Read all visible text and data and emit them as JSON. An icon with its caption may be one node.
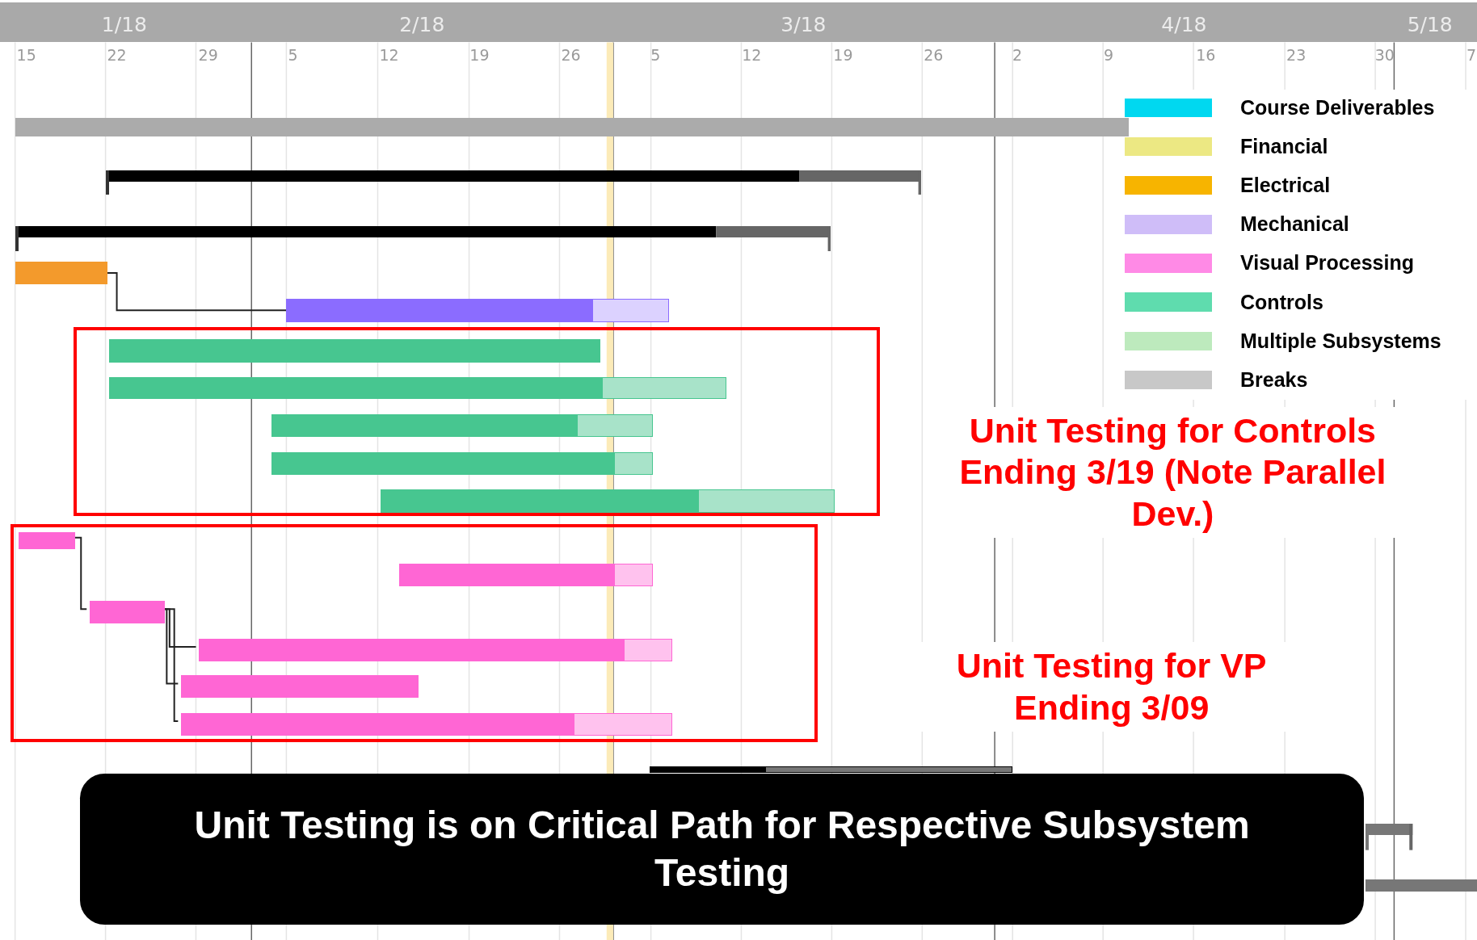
{
  "diagram": {
    "nodes": [
      {
        "text": [],
        "shape": "bar"
      },
      {
        "text": [],
        "shape": "bar"
      },
      {
        "text": [],
        "shape": "bar"
      },
      {
        "text": [],
        "shape": "bar"
      },
      {
        "text": [],
        "shape": "bar"
      },
      {
        "text": [],
        "shape": "box"
      },
      {
        "text": [],
        "shape": "bar",
        "in": 5
      },
      {
        "text": [],
        "shape": "bar",
        "in": 5
      },
      {
        "text": [],
        "shape": "bar",
        "in": 5
      },
      {
        "text": [],
        "shape": "bar",
        "in": 5
      },
      {
        "text": [],
        "shape": "bar",
        "in": 5
      },
      {
        "text": [],
        "shape": "box"
      },
      {
        "text": [],
        "shape": "bar",
        "in": 11
      },
      {
        "text": [],
        "shape": "bar",
        "in": 11
      },
      {
        "text": [],
        "shape": "bar",
        "in": 11
      },
      {
        "text": [],
        "shape": "bar",
        "in": 11
      },
      {
        "text": [],
        "shape": "bar",
        "in": 11
      },
      {
        "text": [],
        "shape": "bar",
        "in": 11
      },
      {
        "text": [],
        "shape": "bar"
      },
      {
        "text": [],
        "shape": "bar"
      },
      {
        "text": [],
        "shape": "bar"
      },
      {
        "text": [
          "Unit Testing is on Critical Path for Respective Subsystem Testing"
        ]
      }
    ],
    "edges": [
      {
        "from": 3,
        "to": 4,
        "arrow": "none"
      },
      {
        "from": 12,
        "to": 14,
        "arrow": "none"
      },
      {
        "from": 14,
        "to": 15,
        "arrow": "none"
      },
      {
        "from": 14,
        "to": 16,
        "arrow": "none"
      },
      {
        "from": 14,
        "to": 17,
        "arrow": "none"
      }
    ],
    "labels": [
      "1/18",
      "2/18",
      "3/18",
      "4/18",
      "5/18",
      "15",
      "22",
      "29",
      "5",
      "12",
      "19",
      "26",
      "5",
      "12",
      "19",
      "26",
      "2",
      "9",
      "16",
      "23",
      "30",
      "7",
      "Unit Testing for Controls Ending 3/19 (Note Parallel Dev.)",
      "Unit Testing for VP Ending 3/09"
    ],
    "legend": [
      {
        "text": "Course Deliverables",
        "color": "#00d8f0"
      },
      {
        "text": "Financial",
        "color": "#ece883"
      },
      {
        "text": "Electrical",
        "color": "#f7b400"
      },
      {
        "text": "Mechanical",
        "color": "#cfbdf8"
      },
      {
        "text": "Visual Processing",
        "color": "#ff8ae6"
      },
      {
        "text": "Controls",
        "color": "#5fdcae"
      },
      {
        "text": "Multiple Subsystems",
        "color": "#bdeabd"
      },
      {
        "text": "Breaks",
        "color": "#c8c8c8"
      }
    ]
  }
}
